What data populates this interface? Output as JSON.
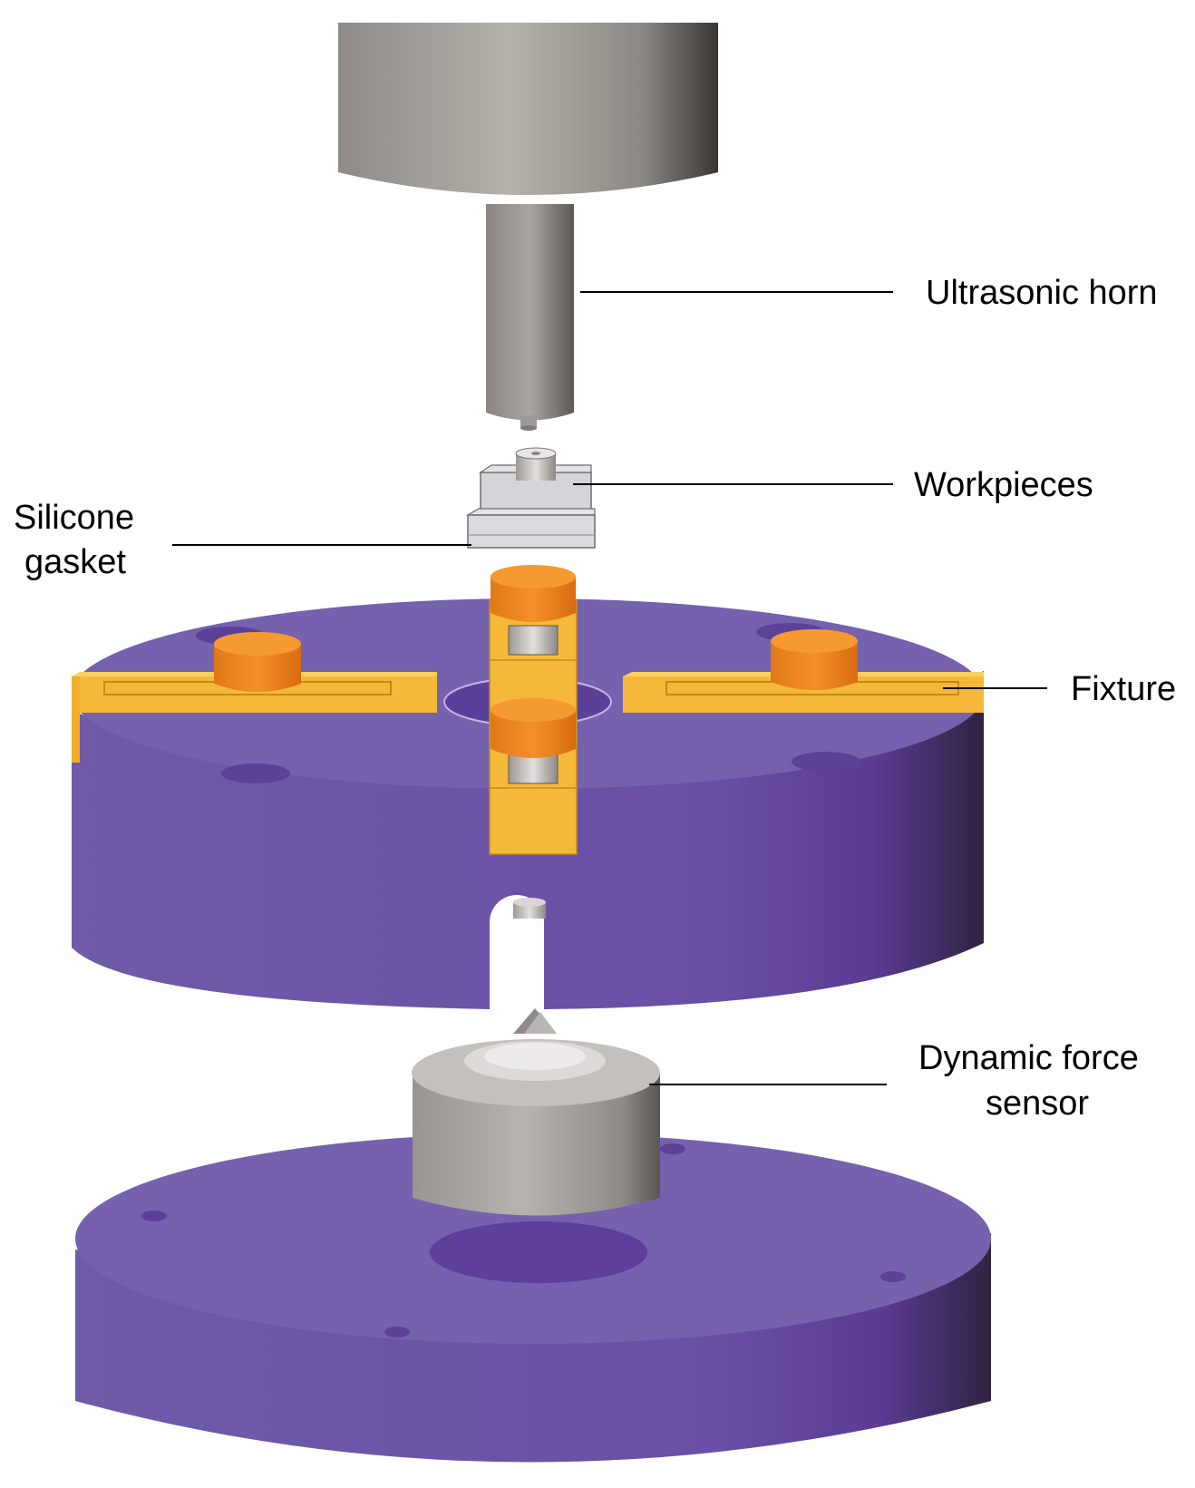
{
  "labels": {
    "ultrasonic_horn": "Ultrasonic horn",
    "workpieces": "Workpieces",
    "silicone_gasket_line1": "Silicone",
    "silicone_gasket_line2": "gasket",
    "fixture": "Fixture",
    "dynamic_force_sensor_line1": "Dynamic force",
    "dynamic_force_sensor_line2": "sensor"
  },
  "colors": {
    "base_top": "#7a65b0",
    "base_side": "#6b55a8",
    "base_side_dark": "#3a2a58",
    "fixture_yellow": "#f5b93a",
    "orange_cylinder": "#f08c24",
    "horn_gray": "#a8a29e",
    "sensor_gray": "#b4b0ac",
    "leader_line": "#000000"
  }
}
